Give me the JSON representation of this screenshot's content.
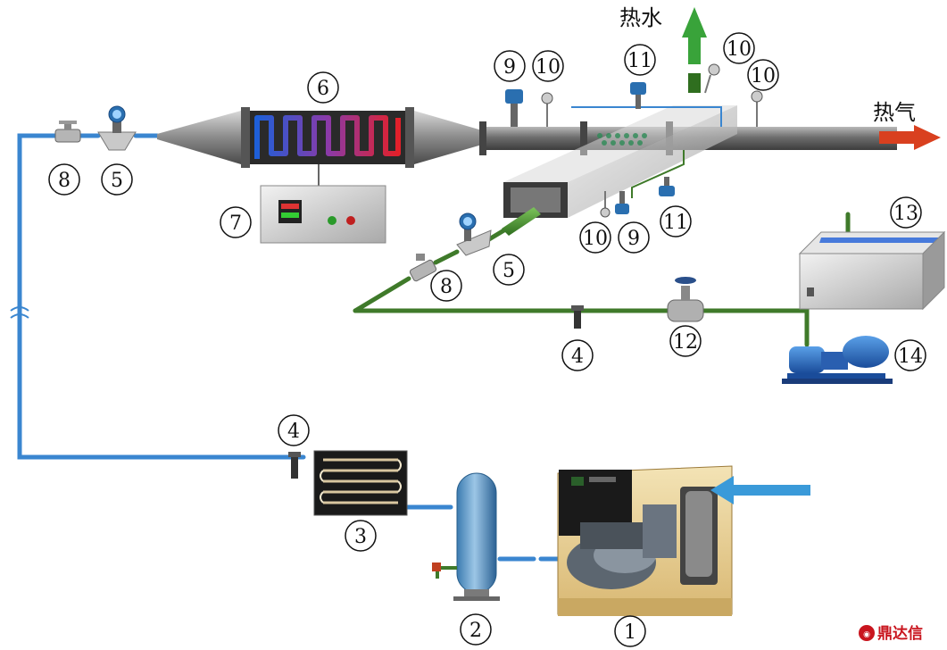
{
  "labels": {
    "hot_water": "热水",
    "hot_air": "热气"
  },
  "callouts": {
    "compressor": "1",
    "receiver_tank": "2",
    "cooler": "3",
    "drain_valve_upper": "4",
    "drain_valve_lower": "4",
    "flowmeter_air": "5",
    "flowmeter_water": "5",
    "heater": "6",
    "controller": "7",
    "valve_air": "8",
    "valve_water": "8",
    "pressure_top": "9",
    "pressure_bottom": "9",
    "temp_top_left": "10",
    "temp_top_right_a": "10",
    "temp_top_right_b": "10",
    "temp_bottom": "10",
    "sensor_top": "11",
    "sensor_bottom": "11",
    "globe_valve": "12",
    "water_tank": "13",
    "pump": "14"
  },
  "watermark": {
    "text": "鼎达信"
  },
  "colors": {
    "air_pipe": "#3a86d0",
    "water_pipe": "#3f7a2a",
    "hot_arrow_air": "#d9401f",
    "hot_arrow_water": "#39a33a",
    "inlet_arrow": "#3a9ad9",
    "watermark": "#c9151e"
  }
}
